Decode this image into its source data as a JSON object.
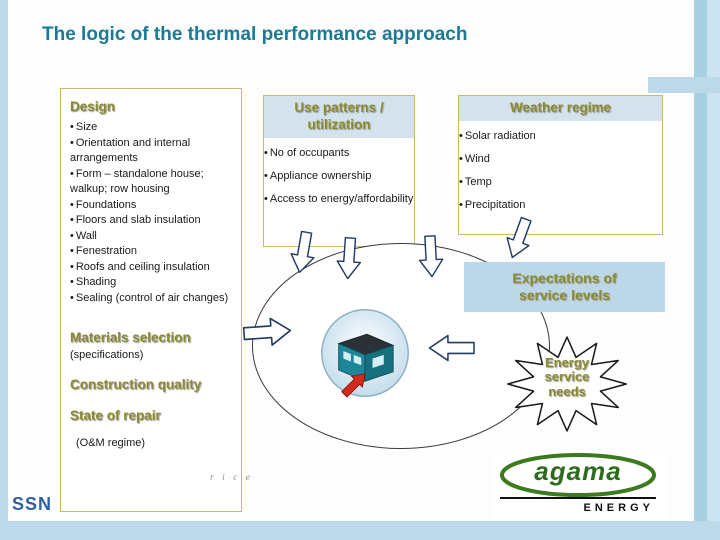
{
  "title": "The logic of the thermal performance approach",
  "design": {
    "heading": "Design",
    "items": [
      "Size",
      "Orientation and internal arrangements",
      "Form – standalone house; walkup; row housing",
      "Foundations",
      "Floors and slab insulation",
      "Wall",
      "Fenestration",
      "Roofs and ceiling insulation",
      "Shading",
      "Sealing (control of air changes)"
    ],
    "materials_heading": "Materials selection",
    "materials_note": "(specifications)",
    "construction_heading": "Construction quality",
    "repair_heading": "State of repair",
    "repair_note": "(O&M regime)"
  },
  "use_patterns": {
    "heading": "Use patterns / utilization",
    "items": [
      "No of occupants",
      "Appliance ownership",
      "Access to energy/affordability"
    ]
  },
  "weather": {
    "heading": "Weather regime",
    "items": [
      "Solar radiation",
      "Wind",
      "Temp",
      "Precipitation"
    ]
  },
  "expectations": {
    "label": "Expectations of service levels"
  },
  "starburst": {
    "label": "Energy service needs"
  },
  "logo": {
    "name": "agama",
    "subtitle": "ENERGY"
  },
  "footer": {
    "watermark": "SSN",
    "fragment": "r i c e"
  },
  "colors": {
    "title_teal": "#1A7B94",
    "heading_olive": "#8A8B2E",
    "panel_border_tan": "#C9B96B",
    "accent_light_blue": "#BCD9E9",
    "arrow_outline_navy": "#223A66",
    "logo_green": "#2F6B1F",
    "cursor_red": "#D42A1E"
  }
}
